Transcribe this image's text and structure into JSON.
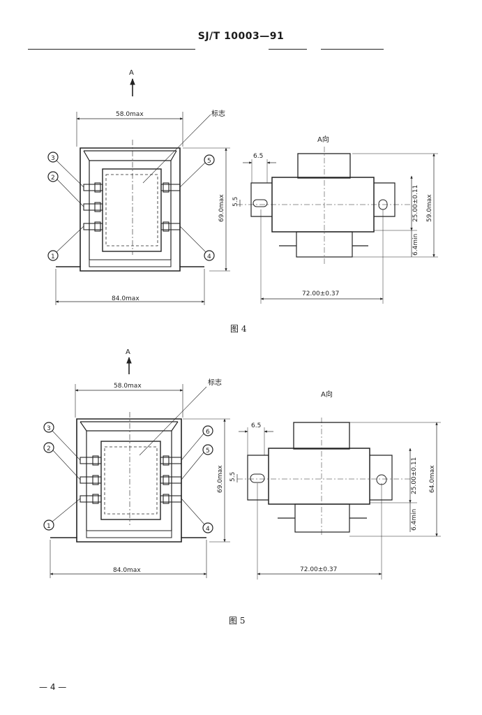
{
  "header": {
    "standard": "SJ/T 10003—91"
  },
  "figure4": {
    "caption": "图 4",
    "arrow_label": "A",
    "view_label": "A向",
    "mark_label": "标志",
    "dim_top_width": "58.0max",
    "dim_base_width": "84.0max",
    "dim_height": "69.0max",
    "dim_pitch": "6.5",
    "dim_slot": "5.5",
    "dim_mount_spacing": "72.00±0.37",
    "dim_pin_spacing": "25.00±0.11",
    "dim_pin_min": "6.4min",
    "dim_side_height": "59.0max",
    "pins_left": [
      "3",
      "2",
      "1"
    ],
    "pins_right": [
      "5",
      "4"
    ]
  },
  "figure5": {
    "caption": "图 5",
    "arrow_label": "A",
    "view_label": "A向",
    "mark_label": "标志",
    "dim_top_width": "58.0max",
    "dim_base_width": "84.0max",
    "dim_height": "69.0max",
    "dim_pitch": "6.5",
    "dim_slot": "5.5",
    "dim_mount_spacing": "72.00±0.37",
    "dim_pin_spacing": "25.00±0.11",
    "dim_pin_min": "6.4min",
    "dim_side_height": "64.0max",
    "pins_left": [
      "3",
      "2",
      "1"
    ],
    "pins_right": [
      "6",
      "5",
      "4"
    ]
  },
  "footer": {
    "page_number": "— 4 —"
  }
}
